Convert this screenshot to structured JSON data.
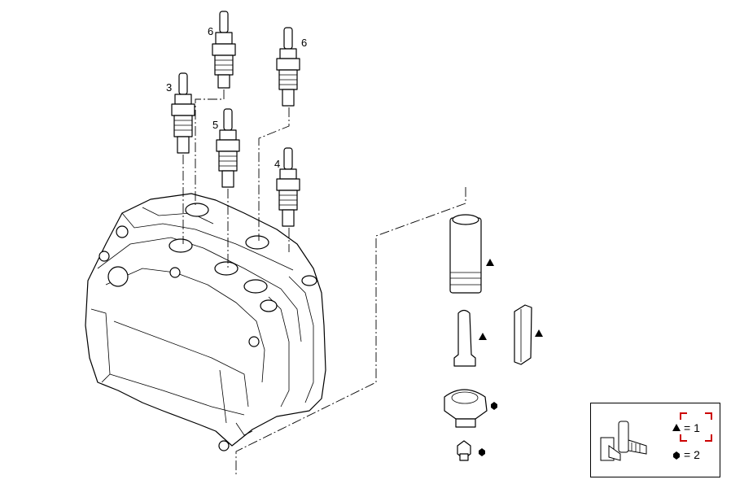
{
  "callouts": {
    "injector_1": "6",
    "injector_2": "6",
    "injector_3": "3",
    "injector_4": "5",
    "injector_5": "4"
  },
  "legend": {
    "triangle_label": "= 1",
    "hexagon_label": "= 2"
  },
  "colors": {
    "line": "#000000",
    "legend_bracket": "#cc0000"
  }
}
